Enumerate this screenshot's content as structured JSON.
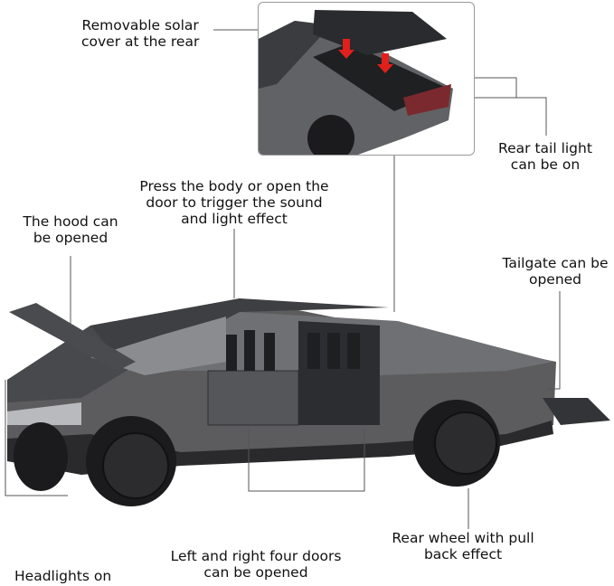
{
  "labels": {
    "solar_cover": [
      "Removable solar",
      "cover at the rear"
    ],
    "tail_light": [
      "Rear tail light",
      "can be on"
    ],
    "sound_light": [
      "Press the body or open the",
      "door to trigger the sound",
      "and light effect"
    ],
    "hood": [
      "The hood can",
      "be opened"
    ],
    "tailgate": [
      "Tailgate can be",
      "opened"
    ],
    "rear_wheel": [
      "Rear wheel with pull",
      "back effect"
    ],
    "doors": [
      "Left and right four doors",
      "can be opened"
    ],
    "headlights": [
      "Headlights on"
    ]
  },
  "colors": {
    "body": "#5a5a5c",
    "dark": "#2a2a2c",
    "arrow": "#e0201c",
    "taillight": "#7a2a2e"
  }
}
